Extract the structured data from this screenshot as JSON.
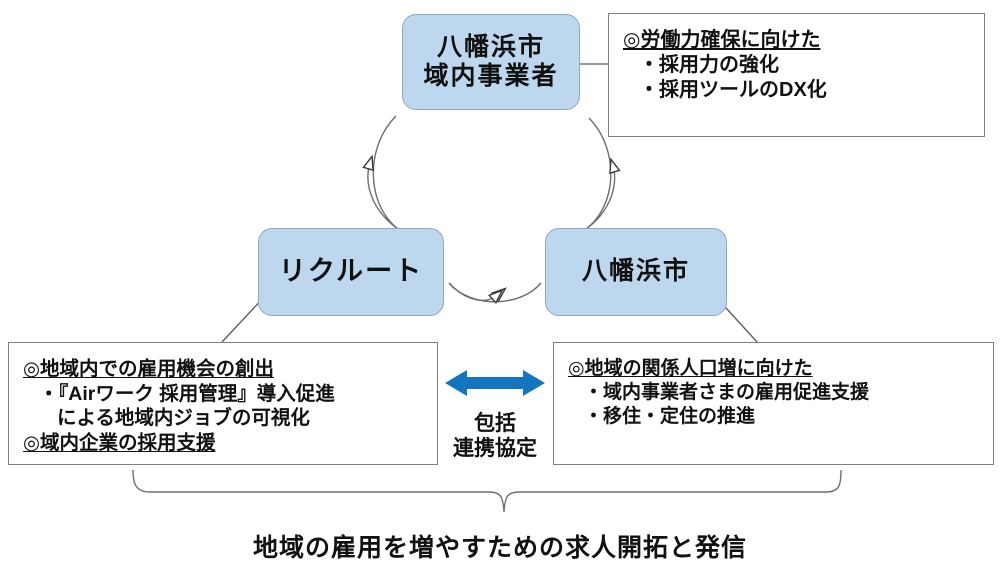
{
  "diagram": {
    "title_caption": "地域の雇用を増やすための求人開拓と発信",
    "colors": {
      "node_fill": "#bdd7ee",
      "node_border": "#8ea9bf",
      "box_border": "#7f7f7f",
      "arrow_blue": "#1275bd",
      "text": "#111111"
    },
    "nodes": [
      {
        "id": "top",
        "name": "yawatahama-businesses",
        "lines": [
          "八幡浜市",
          "域内事業者"
        ]
      },
      {
        "id": "recruit",
        "name": "recruit",
        "lines": [
          "リクルート"
        ]
      },
      {
        "id": "city",
        "name": "yawatahama-city",
        "lines": [
          "八幡浜市"
        ]
      }
    ],
    "detail_boxes": [
      {
        "id": "top_right",
        "name": "businesses-detail",
        "lines": [
          {
            "text": "◎労働力確保に向けた",
            "style": "header"
          },
          {
            "text": "・採用力の強化",
            "style": "bullet"
          },
          {
            "text": "・採用ツールのDX化",
            "style": "bullet"
          }
        ]
      },
      {
        "id": "left",
        "name": "recruit-detail",
        "lines": [
          {
            "text": "◎地域内での雇用機会の創出",
            "style": "header"
          },
          {
            "text": "・『Airワーク 採用管理』導入促進",
            "style": "bullet"
          },
          {
            "text": "による地域内ジョブの可視化",
            "style": "subline"
          },
          {
            "text": "◎域内企業の採用支援",
            "style": "header"
          }
        ]
      },
      {
        "id": "right",
        "name": "city-detail",
        "lines": [
          {
            "text": "◎地域の関係人口増に向けた",
            "style": "header"
          },
          {
            "text": "・域内事業者さまの雇用促進支援",
            "style": "bullet"
          },
          {
            "text": "・移住・定住の推進",
            "style": "bullet"
          }
        ]
      }
    ],
    "pact": {
      "name": "comprehensive-partnership-agreement",
      "label_lines": [
        "包括",
        "連携協定"
      ],
      "arrow": "double-headed-horizontal-arrow"
    },
    "flow": {
      "direction": "clockwise",
      "edges": [
        {
          "from": "recruit",
          "to": "city",
          "marker": "open-triangle"
        },
        {
          "from": "city",
          "to": "top",
          "marker": "open-triangle"
        },
        {
          "from": "top",
          "to": "recruit",
          "marker": "open-triangle"
        }
      ]
    },
    "bottom_brace": {
      "name": "bottom-curly-brace",
      "spans": [
        "recruit-detail",
        "city-detail"
      ]
    }
  }
}
